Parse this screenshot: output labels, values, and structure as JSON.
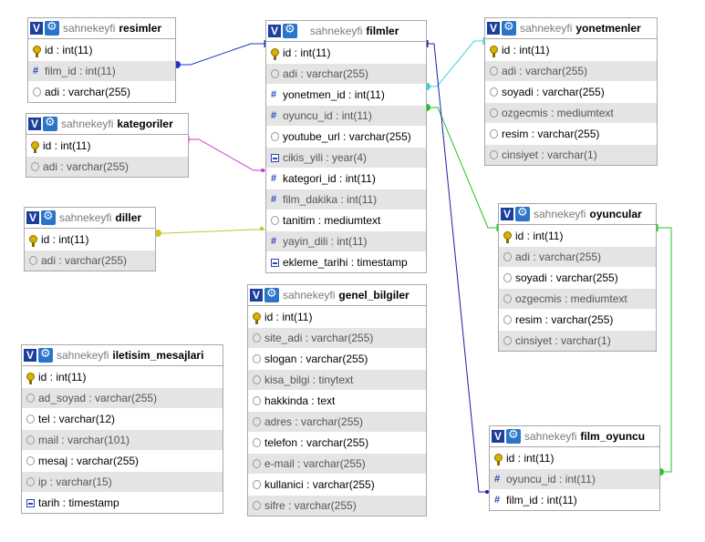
{
  "database": "sahnekeyfi",
  "tables": {
    "resimler": {
      "name": "resimler",
      "columns": [
        {
          "text": "id : int(11)",
          "icon": "primary-key-icon"
        },
        {
          "text": "film_id : int(11)",
          "icon": "numeric-index-icon"
        },
        {
          "text": "adi : varchar(255)",
          "icon": "string-column-icon"
        }
      ]
    },
    "kategoriler": {
      "name": "kategoriler",
      "columns": [
        {
          "text": "id : int(11)",
          "icon": "primary-key-icon"
        },
        {
          "text": "adi : varchar(255)",
          "icon": "string-column-icon"
        }
      ]
    },
    "diller": {
      "name": "diller",
      "columns": [
        {
          "text": "id : int(11)",
          "icon": "primary-key-icon"
        },
        {
          "text": "adi : varchar(255)",
          "icon": "string-column-icon"
        }
      ]
    },
    "filmler": {
      "name": "filmler",
      "columns": [
        {
          "text": "id : int(11)",
          "icon": "primary-key-icon"
        },
        {
          "text": "adi : varchar(255)",
          "icon": "string-column-icon"
        },
        {
          "text": "yonetmen_id : int(11)",
          "icon": "numeric-index-icon"
        },
        {
          "text": "oyuncu_id : int(11)",
          "icon": "numeric-index-icon"
        },
        {
          "text": "youtube_url : varchar(255)",
          "icon": "string-column-icon"
        },
        {
          "text": "cikis_yili : year(4)",
          "icon": "date-column-icon"
        },
        {
          "text": "kategori_id : int(11)",
          "icon": "numeric-index-icon"
        },
        {
          "text": "film_dakika : int(11)",
          "icon": "numeric-index-icon"
        },
        {
          "text": "tanitim : mediumtext",
          "icon": "string-column-icon"
        },
        {
          "text": "yayin_dili : int(11)",
          "icon": "numeric-index-icon"
        },
        {
          "text": "ekleme_tarihi : timestamp",
          "icon": "date-column-icon"
        }
      ]
    },
    "yonetmenler": {
      "name": "yonetmenler",
      "columns": [
        {
          "text": "id : int(11)",
          "icon": "primary-key-icon"
        },
        {
          "text": "adi : varchar(255)",
          "icon": "string-column-icon"
        },
        {
          "text": "soyadi : varchar(255)",
          "icon": "string-column-icon"
        },
        {
          "text": "ozgecmis : mediumtext",
          "icon": "string-column-icon"
        },
        {
          "text": "resim : varchar(255)",
          "icon": "string-column-icon"
        },
        {
          "text": "cinsiyet : varchar(1)",
          "icon": "string-column-icon"
        }
      ]
    },
    "oyuncular": {
      "name": "oyuncular",
      "columns": [
        {
          "text": "id : int(11)",
          "icon": "primary-key-icon"
        },
        {
          "text": "adi : varchar(255)",
          "icon": "string-column-icon"
        },
        {
          "text": "soyadi : varchar(255)",
          "icon": "string-column-icon"
        },
        {
          "text": "ozgecmis : mediumtext",
          "icon": "string-column-icon"
        },
        {
          "text": "resim : varchar(255)",
          "icon": "string-column-icon"
        },
        {
          "text": "cinsiyet : varchar(1)",
          "icon": "string-column-icon"
        }
      ]
    },
    "genel_bilgiler": {
      "name": "genel_bilgiler",
      "columns": [
        {
          "text": "id : int(11)",
          "icon": "primary-key-icon"
        },
        {
          "text": "site_adi : varchar(255)",
          "icon": "string-column-icon"
        },
        {
          "text": "slogan : varchar(255)",
          "icon": "string-column-icon"
        },
        {
          "text": "kisa_bilgi : tinytext",
          "icon": "string-column-icon"
        },
        {
          "text": "hakkinda : text",
          "icon": "string-column-icon"
        },
        {
          "text": "adres : varchar(255)",
          "icon": "string-column-icon"
        },
        {
          "text": "telefon : varchar(255)",
          "icon": "string-column-icon"
        },
        {
          "text": "e-mail : varchar(255)",
          "icon": "string-column-icon"
        },
        {
          "text": "kullanici : varchar(255)",
          "icon": "string-column-icon"
        },
        {
          "text": "sifre : varchar(255)",
          "icon": "string-column-icon"
        }
      ]
    },
    "iletisim_mesajlari": {
      "name": "iletisim_mesajlari",
      "columns": [
        {
          "text": "id : int(11)",
          "icon": "primary-key-icon"
        },
        {
          "text": "ad_soyad : varchar(255)",
          "icon": "string-column-icon"
        },
        {
          "text": "tel : varchar(12)",
          "icon": "string-column-icon"
        },
        {
          "text": "mail : varchar(101)",
          "icon": "string-column-icon"
        },
        {
          "text": "mesaj : varchar(255)",
          "icon": "string-column-icon"
        },
        {
          "text": "ip : varchar(15)",
          "icon": "string-column-icon"
        },
        {
          "text": "tarih : timestamp",
          "icon": "date-column-icon"
        }
      ]
    },
    "film_oyuncu": {
      "name": "film_oyuncu",
      "columns": [
        {
          "text": "id : int(11)",
          "icon": "primary-key-icon"
        },
        {
          "text": "oyuncu_id : int(11)",
          "icon": "numeric-index-icon"
        },
        {
          "text": "film_id : int(11)",
          "icon": "numeric-index-icon"
        }
      ]
    }
  },
  "relations": [
    {
      "from": "resimler.film_id",
      "to": "filmler.id",
      "color": "#2432c8"
    },
    {
      "from": "kategoriler.id",
      "to": "filmler.kategori_id",
      "color": "#d13ad1"
    },
    {
      "from": "diller.id",
      "to": "filmler.yayin_dili",
      "color": "#c9c423"
    },
    {
      "from": "yonetmenler.id",
      "to": "filmler.yonetmen_id",
      "color": "#39d4e0"
    },
    {
      "from": "oyuncular.id",
      "to": "filmler.oyuncu_id",
      "color": "#22c422"
    },
    {
      "from": "filmler.id",
      "to": "film_oyuncu.film_id",
      "color": "#1c1ca8"
    },
    {
      "from": "oyuncular.id",
      "to": "film_oyuncu.oyuncu_id",
      "color": "#22c422"
    }
  ]
}
